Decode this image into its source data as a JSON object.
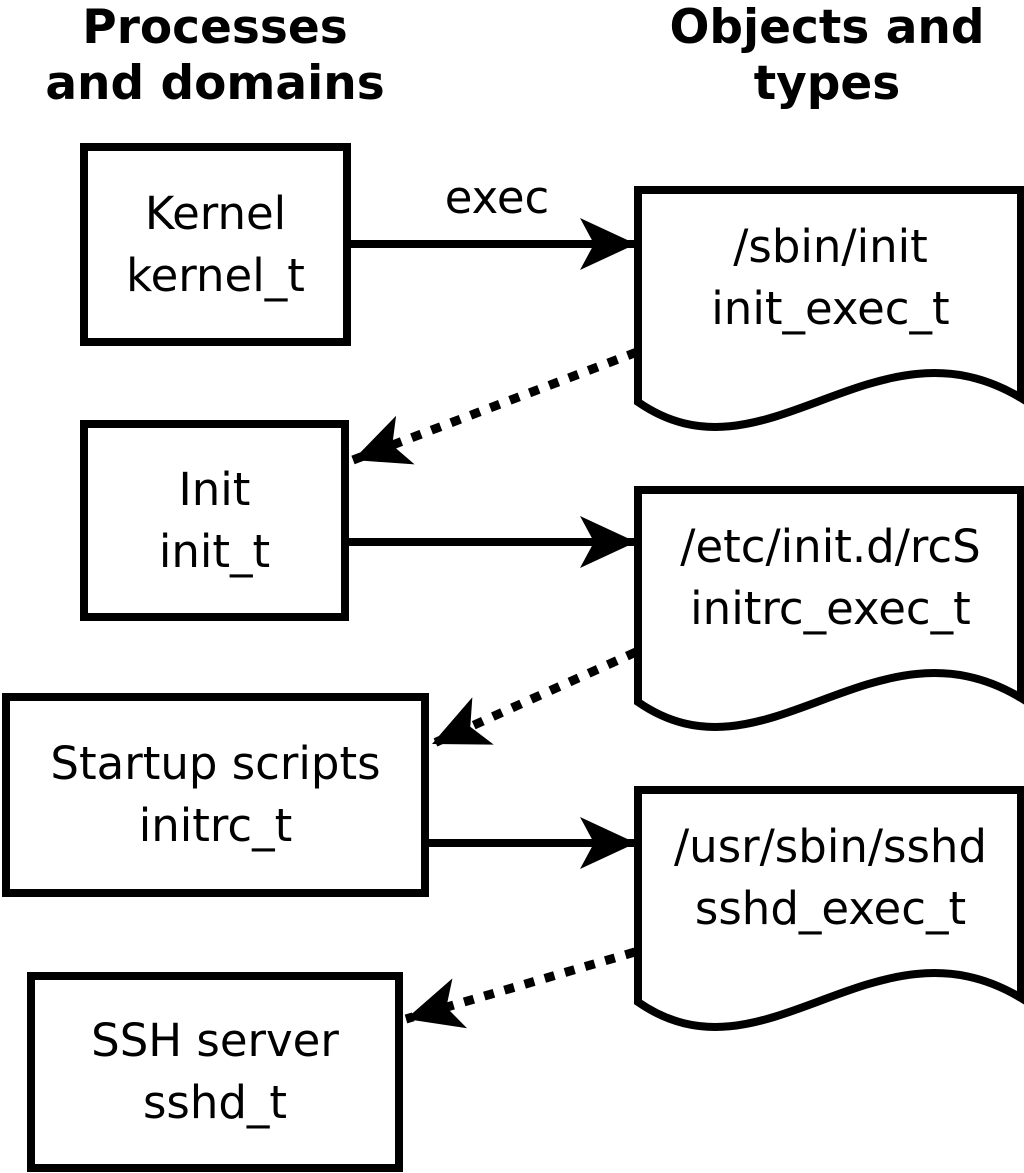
{
  "title_columns": {
    "left": {
      "line1": "Processes",
      "line2": "and domains"
    },
    "right": {
      "line1": "Objects and",
      "line2": "types"
    }
  },
  "processes": [
    {
      "label": "Kernel",
      "domain": "kernel_t"
    },
    {
      "label": "Init",
      "domain": "init_t"
    },
    {
      "label": "Startup scripts",
      "domain": "initrc_t"
    },
    {
      "label": "SSH server",
      "domain": "sshd_t"
    }
  ],
  "objects": [
    {
      "path": "/sbin/init",
      "type": "init_exec_t"
    },
    {
      "path": "/etc/init.d/rcS",
      "type": "initrc_exec_t"
    },
    {
      "path": "/usr/sbin/sshd",
      "type": "sshd_exec_t"
    }
  ],
  "arrows": {
    "exec_label": "exec"
  },
  "colors": {
    "ink": "#000000",
    "background": "#ffffff"
  }
}
